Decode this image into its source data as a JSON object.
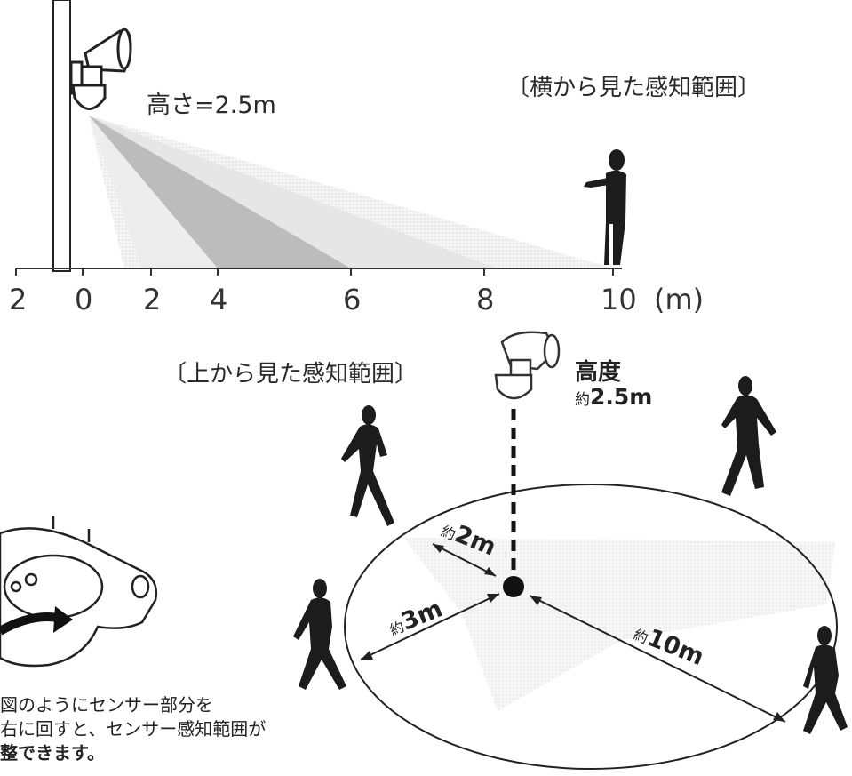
{
  "side_view": {
    "title": "〔横から見た感知範囲〕",
    "height_label": "高さ=2.5m",
    "axis_ticks": [
      "2",
      "0",
      "2",
      "4",
      "6",
      "8",
      "10"
    ],
    "axis_unit": "(m)"
  },
  "top_view": {
    "title": "〔上から見た感知範囲〕",
    "height_label": "高度",
    "height_prefix": "約",
    "height_value": "2.5m",
    "distances": [
      {
        "prefix": "約",
        "value": "2m"
      },
      {
        "prefix": "約",
        "value": "3m"
      },
      {
        "prefix": "約",
        "value": "10m"
      }
    ]
  },
  "note": {
    "lines": [
      "図のようにセンサー部分を",
      "右に回すと、センサー感知範囲が",
      "整できます。"
    ]
  },
  "colors": {
    "line": "#222222",
    "zone_light": "#ececec",
    "zone_mid": "#d8d8d8",
    "zone_dark": "#b9b9b9"
  },
  "icons": [
    "sensor-light-icon",
    "person-silhouette-icon",
    "rotate-arrow-icon"
  ]
}
